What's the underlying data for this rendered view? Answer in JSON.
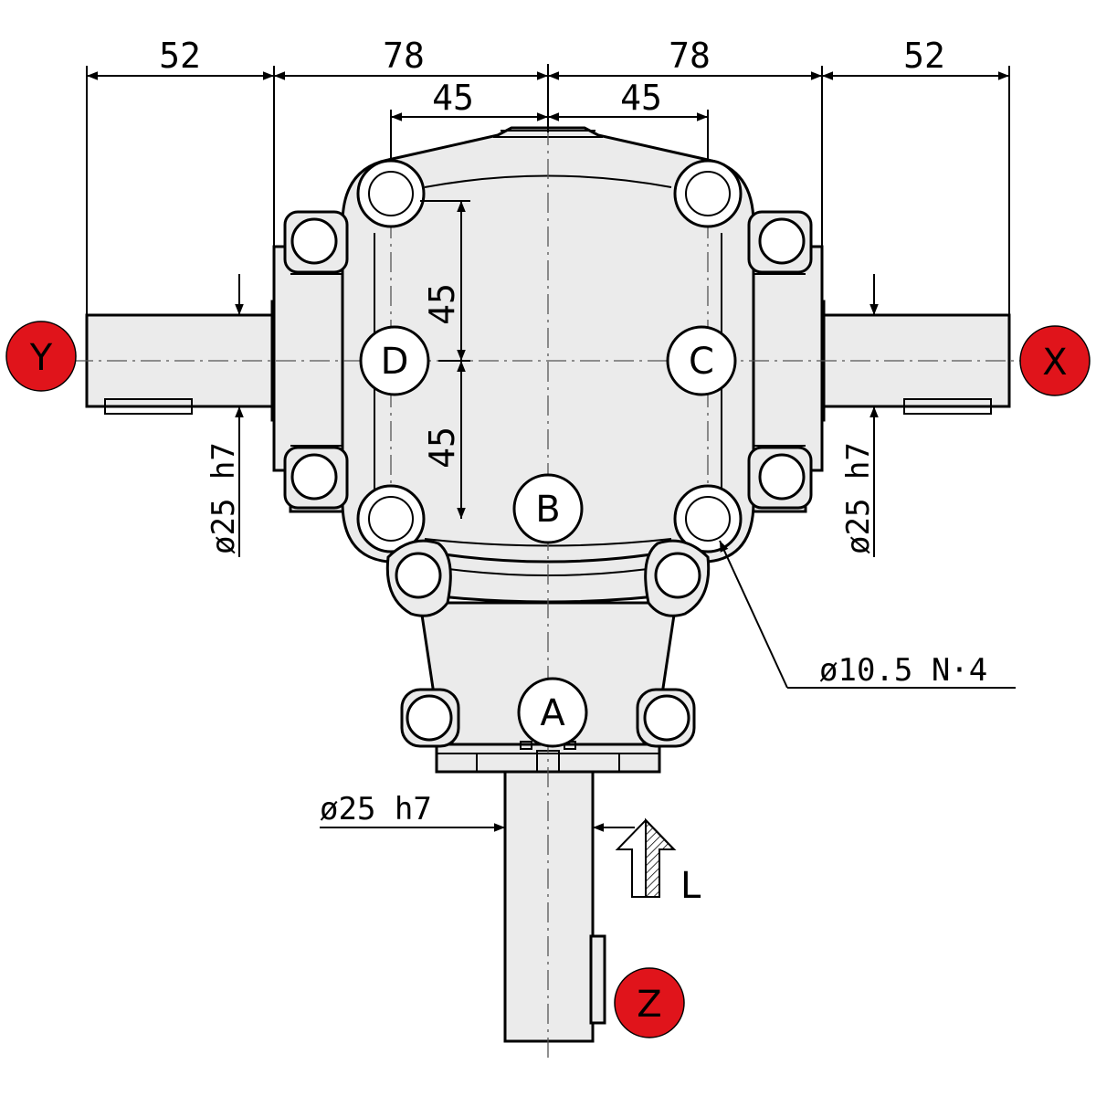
{
  "dimensions": {
    "left_outer": "52",
    "left_inner": "78",
    "right_inner": "78",
    "right_outer": "52",
    "bolt_spacing_left": "45",
    "bolt_spacing_right": "45",
    "vertical_upper": "45",
    "vertical_lower": "45"
  },
  "shaft_specs": {
    "left": "ø25 h7",
    "right": "ø25 h7",
    "bottom": "ø25 h7"
  },
  "hole_spec": "ø10.5 N·4",
  "face_labels": [
    "A",
    "B",
    "C",
    "D"
  ],
  "shaft_markers": {
    "left": "Y",
    "right": "X",
    "bottom": "Z"
  },
  "marker_color": "#e0141b",
  "direction_label": "L"
}
